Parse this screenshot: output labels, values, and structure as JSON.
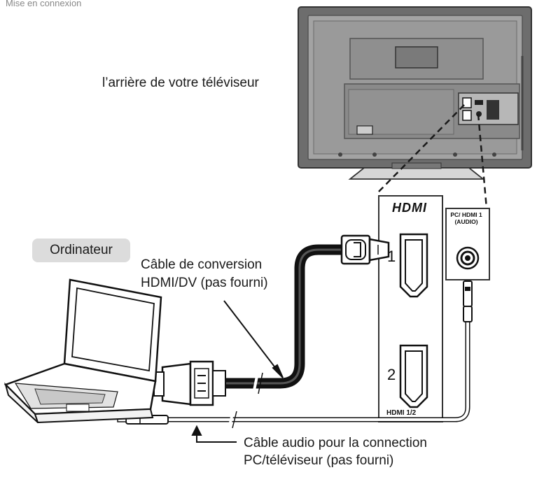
{
  "labels": {
    "top_caption": "Mise en connexion",
    "tv_back": "l’arrière de votre téléviseur",
    "computer": "Ordinateur",
    "hdmi_cable_line1": "Câble de conversion",
    "hdmi_cable_line2": "HDMI/DV (pas fourni)",
    "audio_cable_line1": "Câble audio pour la connection",
    "audio_cable_line2": "PC/téléviseur (pas fourni)"
  },
  "panel": {
    "hdmi_logo": "HDMI",
    "audio_port_label": "PC/ HDMI 1 (AUDIO)",
    "port_1": "1",
    "port_2": "2",
    "hdmi_group_label": "HDMI 1/2"
  },
  "icons": [
    "tv-back-icon",
    "laptop-icon",
    "hdmi-plug-icon",
    "dvi-plug-icon",
    "audio-jack-icon",
    "hdmi-port-icon",
    "audio-socket-icon"
  ],
  "colors": {
    "line": "#1a1a1a",
    "tv_body": "#6d6d6d",
    "tv_inner": "#9a9a9a",
    "badge": "#dcdcdc"
  }
}
